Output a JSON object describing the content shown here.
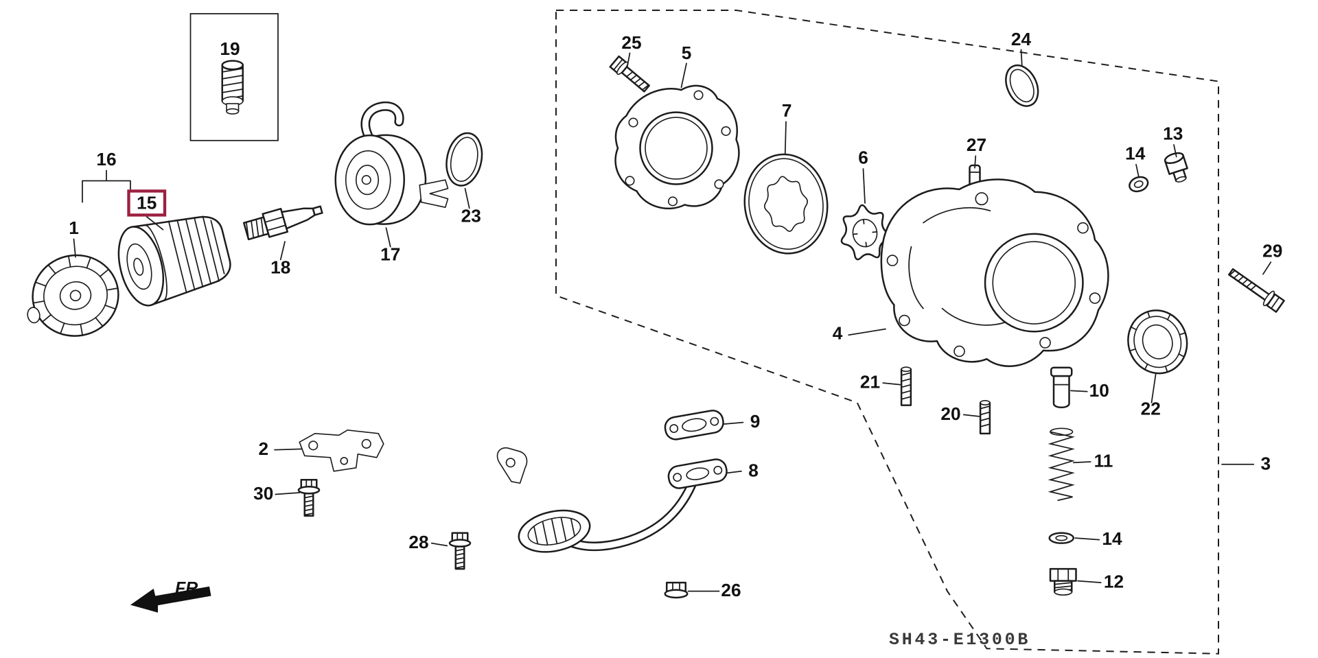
{
  "colors": {
    "background": "#ffffff",
    "line": "#1c1c1c",
    "highlight": "#9c2040"
  },
  "diagram_code": "SH43-E1300B",
  "fr_label": "FR.",
  "highlighted_part": "15",
  "parts": {
    "p1": "1",
    "p2": "2",
    "p3": "3",
    "p4": "4",
    "p5": "5",
    "p6": "6",
    "p7": "7",
    "p8": "8",
    "p9": "9",
    "p10": "10",
    "p11": "11",
    "p12": "12",
    "p13": "13",
    "p14a": "14",
    "p14b": "14",
    "p15": "15",
    "p16": "16",
    "p17": "17",
    "p18": "18",
    "p19": "19",
    "p20": "20",
    "p21": "21",
    "p22": "22",
    "p23": "23",
    "p24": "24",
    "p25": "25",
    "p26": "26",
    "p27": "27",
    "p28": "28",
    "p29": "29",
    "p30": "30"
  }
}
